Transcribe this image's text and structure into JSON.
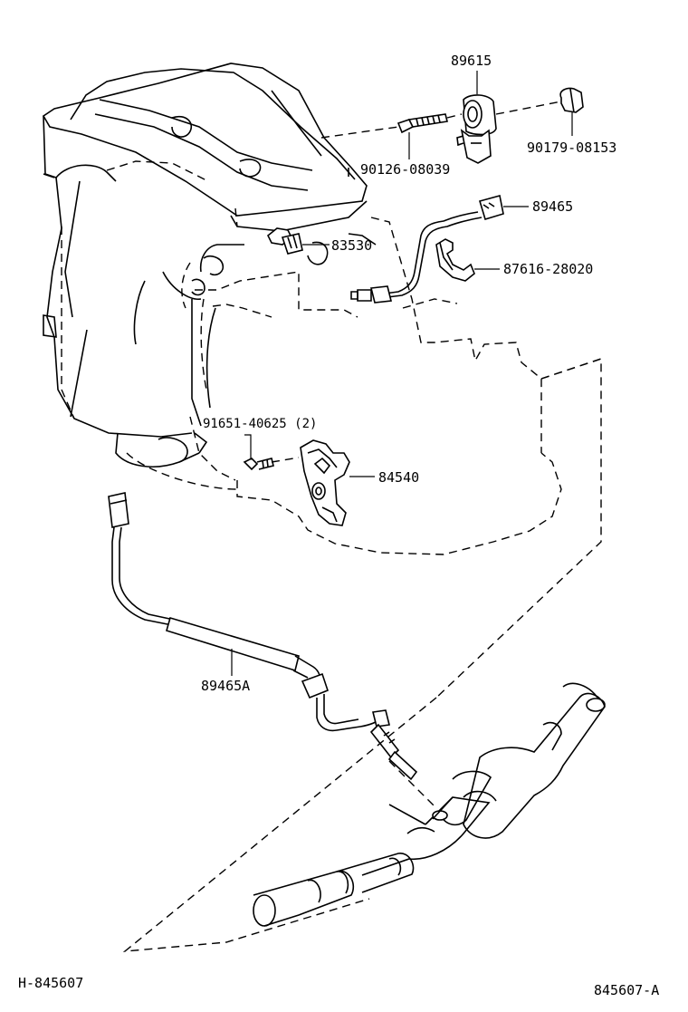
{
  "diagram": {
    "parts": [
      {
        "id": "p89615",
        "number": "89615"
      },
      {
        "id": "p90179",
        "number": "90179-08153"
      },
      {
        "id": "p90126",
        "number": "90126-08039"
      },
      {
        "id": "p89465",
        "number": "89465"
      },
      {
        "id": "p83530",
        "number": "83530"
      },
      {
        "id": "p87616",
        "number": "87616-28020"
      },
      {
        "id": "p91651",
        "number": "91651-40625 (2)"
      },
      {
        "id": "p84540",
        "number": "84540"
      },
      {
        "id": "p89465a",
        "number": "89465A"
      }
    ],
    "footer": {
      "left_code": "H-845607",
      "right_code": "845607-A"
    }
  }
}
